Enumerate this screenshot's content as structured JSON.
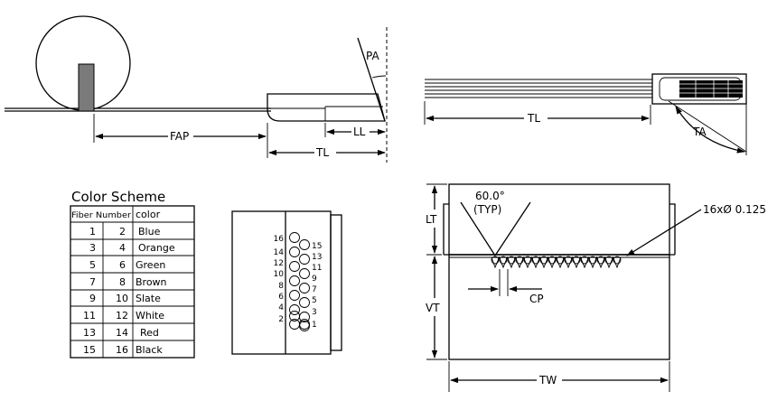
{
  "labels": {
    "fap": "FAP",
    "tl_left": "TL",
    "ll": "LL",
    "pa": "PA",
    "tl_right": "TL",
    "ta": "TA",
    "lt": "LT",
    "vt": "VT",
    "tw": "TW",
    "cp": "CP",
    "angle": "60.0°",
    "typ": "(TYP)",
    "holes": "16xØ 0.125"
  },
  "color_scheme": {
    "title": "Color Scheme",
    "headers": [
      "Fiber Number",
      "color"
    ],
    "rows": [
      {
        "a": "1",
        "b": "2",
        "color": "Blue"
      },
      {
        "a": "3",
        "b": "4",
        "color": "Orange"
      },
      {
        "a": "5",
        "b": "6",
        "color": "Green"
      },
      {
        "a": "7",
        "b": "8",
        "color": "Brown"
      },
      {
        "a": "9",
        "b": "10",
        "color": "Slate"
      },
      {
        "a": "11",
        "b": "12",
        "color": "White"
      },
      {
        "a": "13",
        "b": "14",
        "color": "Red"
      },
      {
        "a": "15",
        "b": "16",
        "color": "Black"
      }
    ]
  },
  "fiber_end_view": {
    "left_numbers": [
      "16",
      "14",
      "12",
      "10",
      "8",
      "6",
      "4",
      "2"
    ],
    "right_numbers": [
      "15",
      "13",
      "11",
      "9",
      "7",
      "5",
      "3",
      "1"
    ]
  },
  "colors": {
    "ink": "#000000",
    "block_fill": "#7a7a7a",
    "background": "#ffffff"
  }
}
